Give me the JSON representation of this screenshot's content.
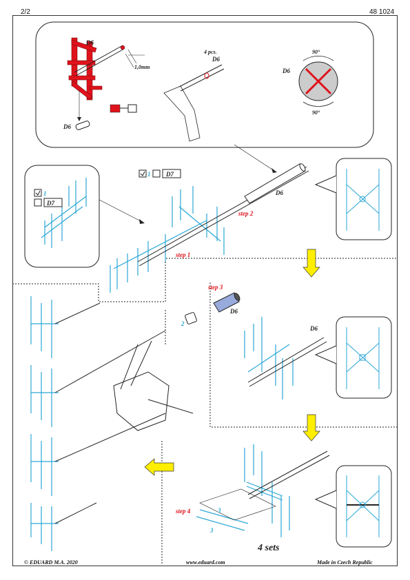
{
  "header": {
    "page_number": "2/2",
    "kit_number": "48 1024"
  },
  "footer": {
    "copyright": "© EDUARD  M.A. 2020",
    "website": "www.eduard.com",
    "origin": "Made in Czech Republic"
  },
  "detail_top": {
    "part_d6_a": "D6",
    "measure": "1,0mm",
    "part_d6_b": "D6",
    "qty_line1": "4 pcs.",
    "qty_line2": "D6",
    "part_d6_c": "D6",
    "angle_top": "90°",
    "angle_bottom": "90°"
  },
  "legend_left": {
    "pe_number": "1",
    "resin_part": "D7"
  },
  "legend_center": {
    "pe_number": "1",
    "resin_part": "D7"
  },
  "steps": {
    "step1": "step 1",
    "step2": "step 2",
    "step3": "step 3",
    "step4": "step 4",
    "part_d6_step2": "D6",
    "part_d6_step3": "D6",
    "part_d6_step3b": "D6",
    "pe_2": "2",
    "pe_3a": "3",
    "pe_3b": "3",
    "sets": "4 sets"
  },
  "colors": {
    "pe_blue": "#2aa7d6",
    "resin_red": "#e0121b",
    "arrow_yellow": "#ffee00",
    "frame": "#333333"
  }
}
